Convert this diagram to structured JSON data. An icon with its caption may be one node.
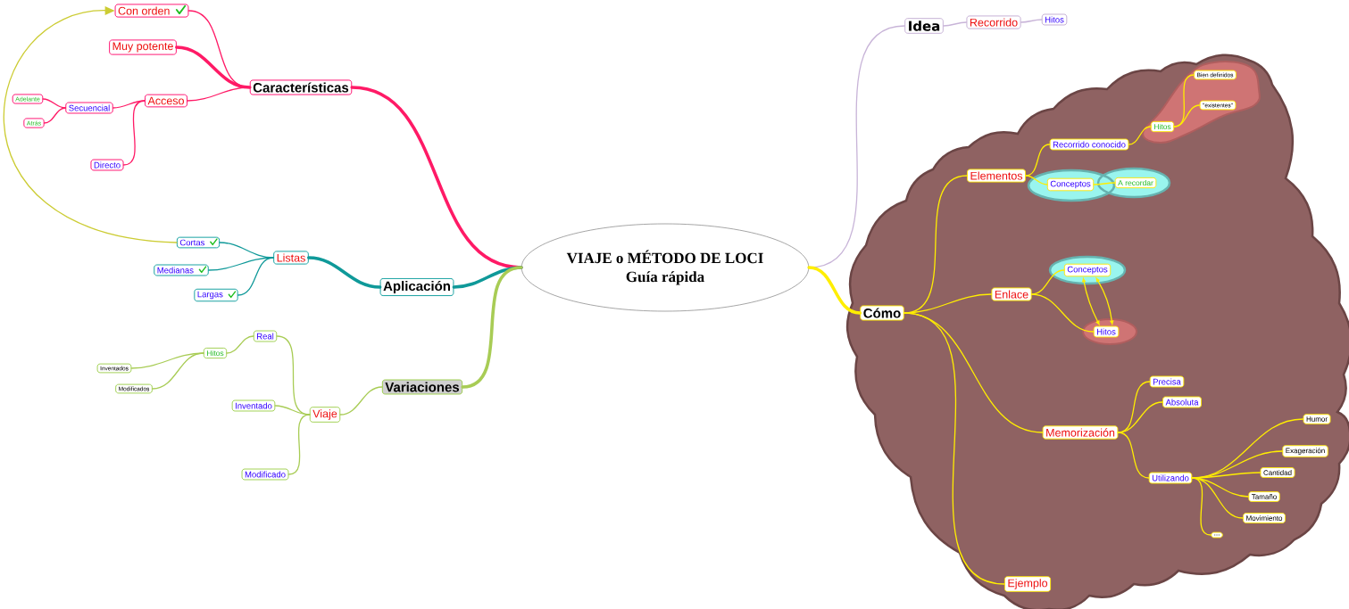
{
  "diagram": {
    "nodes": [
      {
        "text": [
          "VIAJE o MÉTODO DE LOCI",
          "Guía rápida"
        ]
      },
      {
        "text": [
          "Características"
        ]
      },
      {
        "text": [
          "Con orden"
        ]
      },
      {
        "text": [
          "Muy potente"
        ]
      },
      {
        "text": [
          "Acceso"
        ]
      },
      {
        "text": [
          "Secuencial"
        ]
      },
      {
        "text": [
          "Adelante"
        ]
      },
      {
        "text": [
          "Atrás"
        ]
      },
      {
        "text": [
          "Directo"
        ]
      },
      {
        "text": [
          "Aplicación"
        ]
      },
      {
        "text": [
          "Listas"
        ]
      },
      {
        "text": [
          "Cortas"
        ]
      },
      {
        "text": [
          "Medianas"
        ]
      },
      {
        "text": [
          "Largas"
        ]
      },
      {
        "text": [
          "Variaciones"
        ]
      },
      {
        "text": [
          "Viaje"
        ]
      },
      {
        "text": [
          "Real"
        ]
      },
      {
        "text": [
          "Hitos"
        ]
      },
      {
        "text": [
          "Inventados"
        ]
      },
      {
        "text": [
          "Modificados"
        ]
      },
      {
        "text": [
          "Inventado"
        ]
      },
      {
        "text": [
          "Modificado"
        ]
      },
      {
        "text": [
          "Idea"
        ]
      },
      {
        "text": [
          "Recorrido"
        ]
      },
      {
        "text": [
          "Hitos"
        ]
      },
      {
        "text": [],
        "shape": "cloud"
      },
      {
        "text": [
          "Cómo"
        ],
        "in": 25
      },
      {
        "text": [
          "Elementos"
        ],
        "in": 25
      },
      {
        "text": [
          "Recorrido conocido"
        ],
        "in": 25
      },
      {
        "text": [],
        "shape": "blob",
        "in": 25
      },
      {
        "text": [
          "Hitos"
        ],
        "in": 29
      },
      {
        "text": [
          "Bien definidos"
        ],
        "in": 29
      },
      {
        "text": [
          "\"existentes\""
        ],
        "in": 29
      },
      {
        "text": [],
        "shape": "ellipse",
        "in": 25
      },
      {
        "text": [
          "Conceptos"
        ],
        "in": 33
      },
      {
        "text": [
          "A recordar"
        ],
        "in": 33
      },
      {
        "text": [
          "Enlace"
        ],
        "in": 25
      },
      {
        "text": [],
        "shape": "ellipse",
        "in": 25
      },
      {
        "text": [
          "Conceptos"
        ],
        "in": 37
      },
      {
        "text": [],
        "shape": "ellipse",
        "in": 25
      },
      {
        "text": [
          "Hitos"
        ],
        "in": 39
      },
      {
        "text": [
          "Memorización"
        ],
        "in": 25
      },
      {
        "text": [
          "Precisa"
        ],
        "in": 25
      },
      {
        "text": [
          "Absoluta"
        ],
        "in": 25
      },
      {
        "text": [
          "Utilizando"
        ],
        "in": 25
      },
      {
        "text": [
          "Humor"
        ],
        "in": 25
      },
      {
        "text": [
          "Exageración"
        ],
        "in": 25
      },
      {
        "text": [
          "Cantidad"
        ],
        "in": 25
      },
      {
        "text": [
          "Tamaño"
        ],
        "in": 25
      },
      {
        "text": [
          "Movimiento"
        ],
        "in": 25
      },
      {
        "text": [
          "..."
        ],
        "in": 25
      },
      {
        "text": [
          "Ejemplo"
        ],
        "in": 25
      }
    ],
    "edges": [
      {
        "from": 0,
        "to": 1,
        "arrow": "none",
        "style": "thick",
        "color": "#ff1a66"
      },
      {
        "from": 1,
        "to": 2,
        "arrow": "none",
        "color": "#ff1a66"
      },
      {
        "from": 1,
        "to": 3,
        "arrow": "none",
        "style": "thick",
        "color": "#ff1a66"
      },
      {
        "from": 1,
        "to": 4,
        "arrow": "none",
        "color": "#ff1a66"
      },
      {
        "from": 4,
        "to": 5,
        "arrow": "none",
        "color": "#ff1a66"
      },
      {
        "from": 5,
        "to": 6,
        "arrow": "none",
        "color": "#ff1a66"
      },
      {
        "from": 5,
        "to": 7,
        "arrow": "none",
        "color": "#ff1a66"
      },
      {
        "from": 4,
        "to": 8,
        "arrow": "none",
        "color": "#ff1a66"
      },
      {
        "from": 0,
        "to": 9,
        "arrow": "none",
        "style": "thick",
        "color": "#0f9999"
      },
      {
        "from": 9,
        "to": 10,
        "arrow": "none",
        "style": "thick",
        "color": "#0f9999"
      },
      {
        "from": 10,
        "to": 11,
        "arrow": "none",
        "color": "#0f9999"
      },
      {
        "from": 10,
        "to": 12,
        "arrow": "none",
        "color": "#0f9999"
      },
      {
        "from": 10,
        "to": 13,
        "arrow": "none",
        "color": "#0f9999"
      },
      {
        "from": 0,
        "to": 14,
        "arrow": "none",
        "style": "thick",
        "color": "#a8cc55"
      },
      {
        "from": 14,
        "to": 15,
        "arrow": "none",
        "color": "#a8cc55"
      },
      {
        "from": 15,
        "to": 16,
        "arrow": "none",
        "color": "#a8cc55"
      },
      {
        "from": 16,
        "to": 17,
        "arrow": "none",
        "color": "#a8cc55"
      },
      {
        "from": 17,
        "to": 18,
        "arrow": "none",
        "color": "#a8cc55"
      },
      {
        "from": 17,
        "to": 19,
        "arrow": "none",
        "color": "#a8cc55"
      },
      {
        "from": 15,
        "to": 20,
        "arrow": "none",
        "color": "#a8cc55"
      },
      {
        "from": 15,
        "to": 21,
        "arrow": "none",
        "color": "#a8cc55"
      },
      {
        "from": 0,
        "to": 22,
        "arrow": "none",
        "color": "#c8b4d8"
      },
      {
        "from": 22,
        "to": 23,
        "arrow": "none",
        "color": "#c8b4d8"
      },
      {
        "from": 23,
        "to": 24,
        "arrow": "none",
        "color": "#c8b4d8"
      },
      {
        "from": 0,
        "to": 26,
        "arrow": "none",
        "style": "thick",
        "color": "#ffee00"
      },
      {
        "from": 26,
        "to": 27,
        "arrow": "none",
        "color": "#ffee00"
      },
      {
        "from": 27,
        "to": 28,
        "arrow": "none",
        "color": "#ffee00"
      },
      {
        "from": 28,
        "to": 30,
        "arrow": "none",
        "color": "#ffee00"
      },
      {
        "from": 30,
        "to": 31,
        "arrow": "none",
        "color": "#ffee00"
      },
      {
        "from": 30,
        "to": 32,
        "arrow": "none",
        "color": "#ffee00"
      },
      {
        "from": 27,
        "to": 34,
        "arrow": "none",
        "color": "#ffee00"
      },
      {
        "from": 34,
        "to": 35,
        "arrow": "none",
        "color": "#ffee00"
      },
      {
        "from": 26,
        "to": 36,
        "arrow": "none",
        "color": "#ffee00"
      },
      {
        "from": 36,
        "to": 38,
        "arrow": "none",
        "color": "#ffee00"
      },
      {
        "from": 36,
        "to": 40,
        "arrow": "none",
        "color": "#ffee00"
      },
      {
        "from": 26,
        "to": 41,
        "arrow": "none",
        "color": "#ffee00"
      },
      {
        "from": 41,
        "to": 42,
        "arrow": "none",
        "color": "#ffee00"
      },
      {
        "from": 41,
        "to": 43,
        "arrow": "none",
        "color": "#ffee00"
      },
      {
        "from": 41,
        "to": 44,
        "arrow": "none",
        "color": "#ffee00"
      },
      {
        "from": 44,
        "to": 45,
        "arrow": "none",
        "color": "#ffee00"
      },
      {
        "from": 44,
        "to": 46,
        "arrow": "none",
        "color": "#ffee00"
      },
      {
        "from": 44,
        "to": 47,
        "arrow": "none",
        "color": "#ffee00"
      },
      {
        "from": 44,
        "to": 48,
        "arrow": "none",
        "color": "#ffee00"
      },
      {
        "from": 44,
        "to": 49,
        "arrow": "none",
        "color": "#ffee00"
      },
      {
        "from": 44,
        "to": 50,
        "arrow": "none",
        "color": "#ffee00"
      },
      {
        "from": 26,
        "to": 51,
        "arrow": "none",
        "color": "#ffee00"
      },
      {
        "from": 11,
        "to": 2,
        "arrow": "to",
        "color": "#cccc33"
      },
      {
        "from": 38,
        "to": 40,
        "arrow": "both",
        "color": "#ffee00"
      },
      {
        "from": 38,
        "to": 40,
        "arrow": "both",
        "color": "#ffee00"
      }
    ]
  }
}
